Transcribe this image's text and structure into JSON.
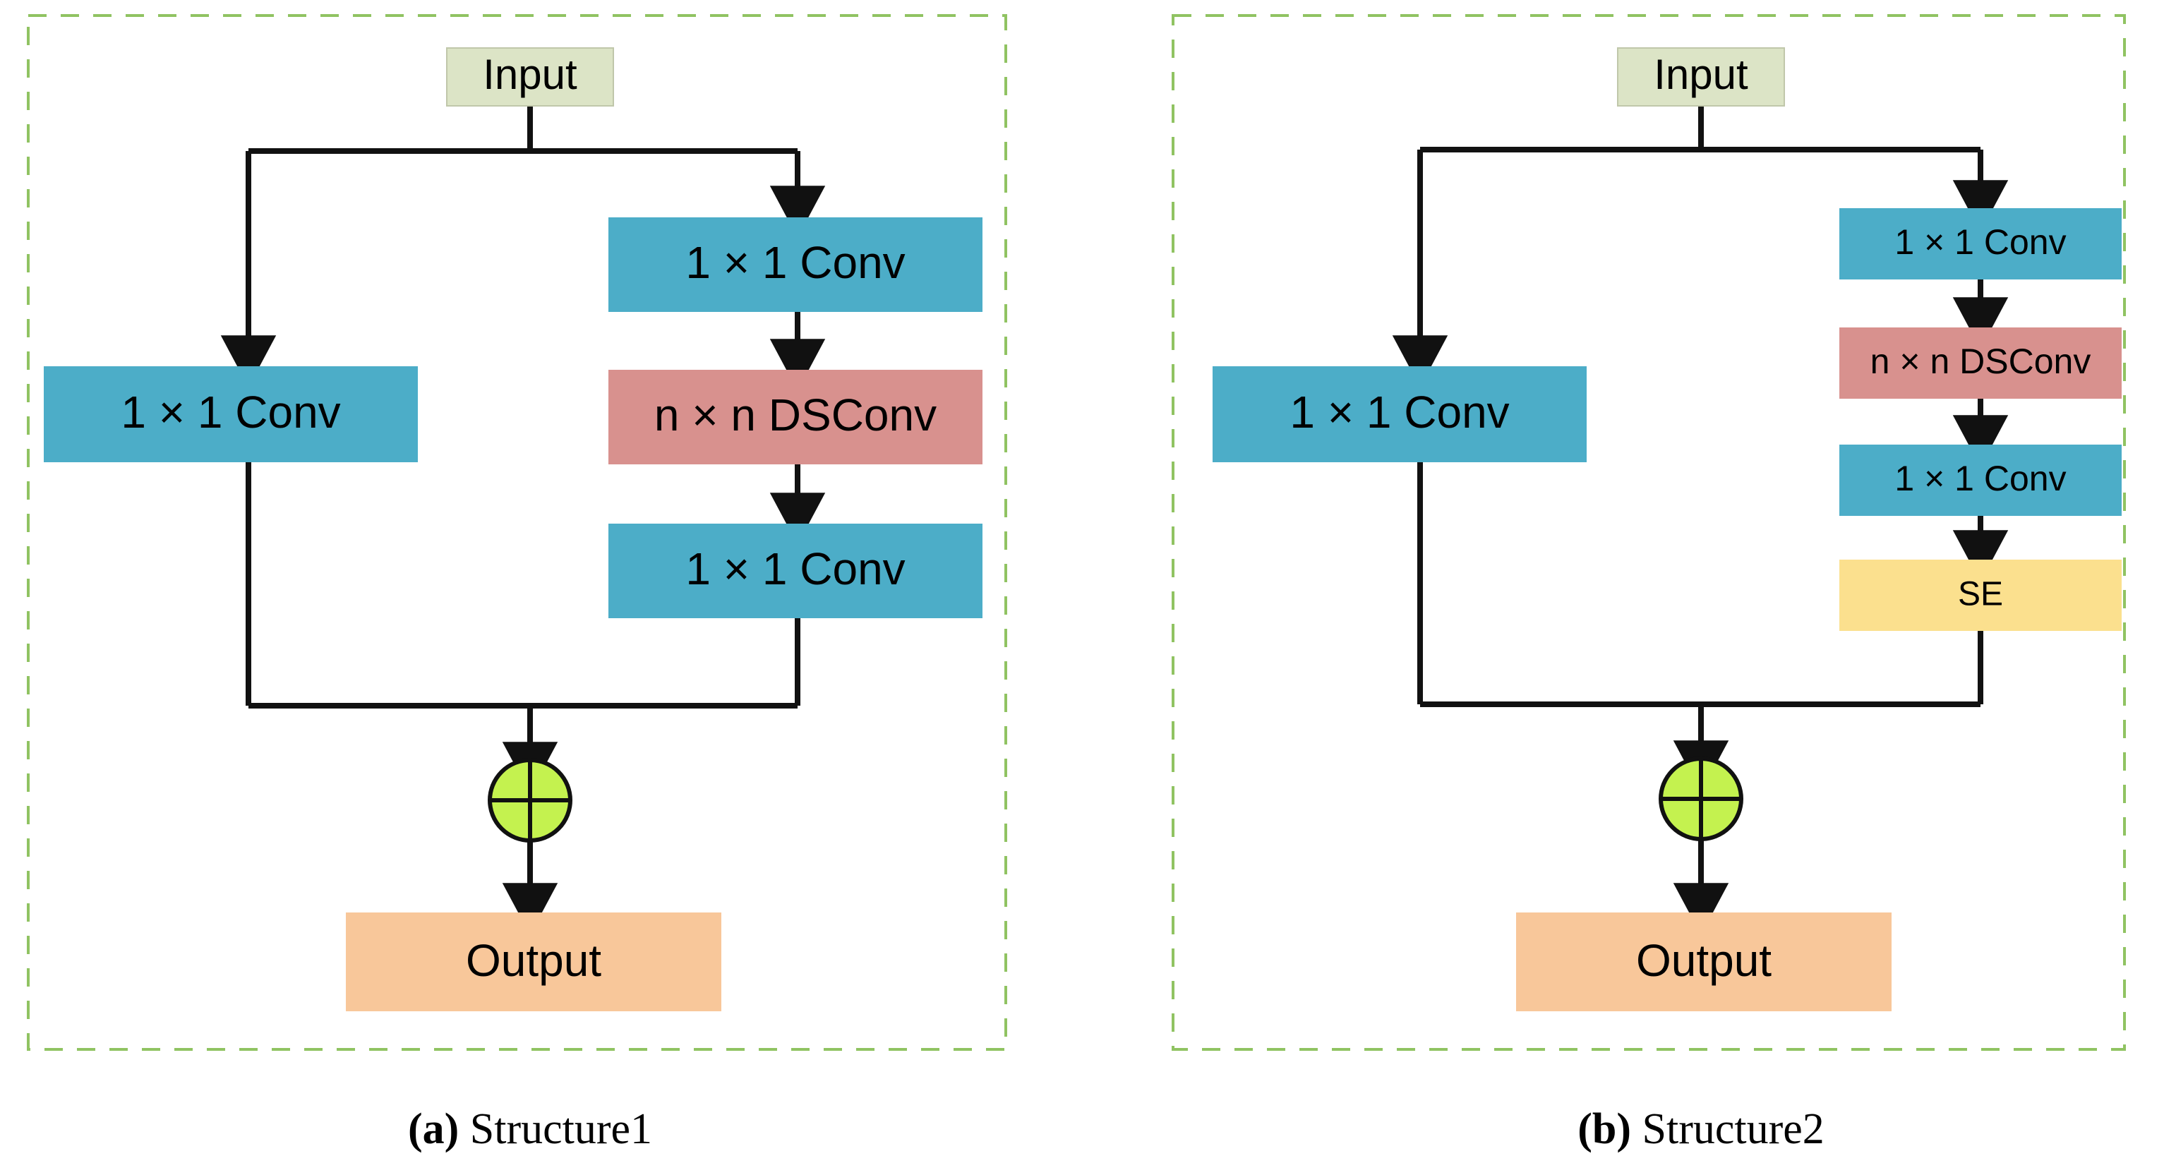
{
  "figure": {
    "background_color": "#ffffff",
    "panel_border_color": "#90c362",
    "panel_border_style": "dashed",
    "edge_color": "#111111"
  },
  "palette": {
    "input_green": "#dce4c6",
    "conv_blue": "#4cadc8",
    "dsconv_pink": "#d8918e",
    "se_yellow": "#fbe08e",
    "output_orange": "#f8c79a",
    "add_node_green": "#c4f24f",
    "stroke_black": "#111111",
    "dashed_green": "#90c362"
  },
  "panels": [
    {
      "id": "structure1",
      "caption_prefix": "(a)",
      "caption_label": " Structure1",
      "caption_full": "(a) Structure1",
      "blocks": [
        {
          "id": "input",
          "label": "Input",
          "color": "#dce4c6",
          "role": "input"
        },
        {
          "id": "skip-conv",
          "label": "1 × 1 Conv",
          "color": "#4cadc8",
          "role": "conv"
        },
        {
          "id": "conv-1",
          "label": "1 × 1 Conv",
          "color": "#4cadc8",
          "role": "conv"
        },
        {
          "id": "dsconv",
          "label": "n × n DSConv",
          "color": "#d8918e",
          "role": "dsconv"
        },
        {
          "id": "conv-2",
          "label": "1 × 1 Conv",
          "color": "#4cadc8",
          "role": "conv"
        },
        {
          "id": "add",
          "label": "",
          "color": "#c4f24f",
          "role": "add"
        },
        {
          "id": "output",
          "label": "Output",
          "color": "#f8c79a",
          "role": "output"
        }
      ],
      "branches": {
        "left_branch": [
          "skip-conv"
        ],
        "right_branch": [
          "conv-1",
          "dsconv",
          "conv-2"
        ],
        "merge_node": "add",
        "terminal": "output"
      }
    },
    {
      "id": "structure2",
      "caption_prefix": "(b)",
      "caption_label": " Structure2",
      "caption_full": "(b) Structure2",
      "blocks": [
        {
          "id": "input",
          "label": "Input",
          "color": "#dce4c6",
          "role": "input"
        },
        {
          "id": "skip-conv",
          "label": "1 × 1 Conv",
          "color": "#4cadc8",
          "role": "conv"
        },
        {
          "id": "conv-1",
          "label": "1 × 1 Conv",
          "color": "#4cadc8",
          "role": "conv"
        },
        {
          "id": "dsconv",
          "label": "n × n DSConv",
          "color": "#d8918e",
          "role": "dsconv"
        },
        {
          "id": "conv-2",
          "label": "1 × 1 Conv",
          "color": "#4cadc8",
          "role": "conv"
        },
        {
          "id": "se",
          "label": "SE",
          "color": "#fbe08e",
          "role": "se"
        },
        {
          "id": "add",
          "label": "",
          "color": "#c4f24f",
          "role": "add"
        },
        {
          "id": "output",
          "label": "Output",
          "color": "#f8c79a",
          "role": "output"
        }
      ],
      "branches": {
        "left_branch": [
          "skip-conv"
        ],
        "right_branch": [
          "conv-1",
          "dsconv",
          "conv-2",
          "se"
        ],
        "merge_node": "add",
        "terminal": "output"
      }
    }
  ]
}
